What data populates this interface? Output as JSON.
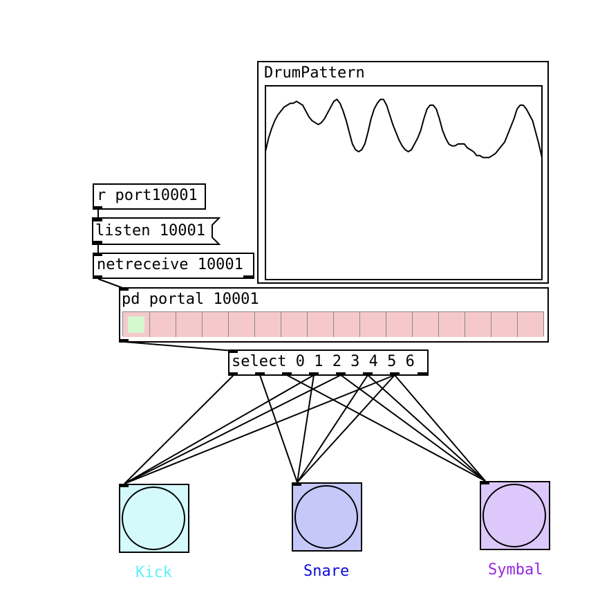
{
  "graph": {
    "title": "DrumPattern",
    "array_values": [
      0.66,
      0.73,
      0.78,
      0.82,
      0.85,
      0.87,
      0.89,
      0.9,
      0.91,
      0.91,
      0.92,
      0.91,
      0.9,
      0.87,
      0.84,
      0.82,
      0.81,
      0.8,
      0.81,
      0.83,
      0.86,
      0.89,
      0.92,
      0.93,
      0.91,
      0.87,
      0.82,
      0.76,
      0.7,
      0.67,
      0.66,
      0.67,
      0.7,
      0.76,
      0.83,
      0.88,
      0.91,
      0.93,
      0.93,
      0.9,
      0.85,
      0.8,
      0.76,
      0.72,
      0.69,
      0.67,
      0.66,
      0.67,
      0.7,
      0.73,
      0.77,
      0.83,
      0.88,
      0.9,
      0.9,
      0.88,
      0.83,
      0.77,
      0.73,
      0.7,
      0.69,
      0.69,
      0.7,
      0.7,
      0.7,
      0.68,
      0.67,
      0.66,
      0.64,
      0.64,
      0.63,
      0.63,
      0.63,
      0.64,
      0.65,
      0.67,
      0.69,
      0.71,
      0.75,
      0.79,
      0.83,
      0.88,
      0.9,
      0.9,
      0.88,
      0.85,
      0.82,
      0.76,
      0.7,
      0.63
    ]
  },
  "objects": {
    "receive": "r port10001",
    "listen_msg": "listen 10001",
    "netreceive": "netreceive 10001",
    "portal": "pd portal 10001",
    "select": "select 0 1 2 3 4 5 6"
  },
  "sequencer": {
    "cells": 16,
    "active_index": 0,
    "cell_color": "#f5c9c9",
    "active_color": "#d4f8d0"
  },
  "bangs": [
    {
      "label": "Kick",
      "fill": "#d4fafc",
      "label_color": "#5ff0f8"
    },
    {
      "label": "Snare",
      "fill": "#c6c8fa",
      "label_color": "#0a0adc"
    },
    {
      "label": "Symbal",
      "fill": "#dcc8fa",
      "label_color": "#9428e0"
    }
  ]
}
